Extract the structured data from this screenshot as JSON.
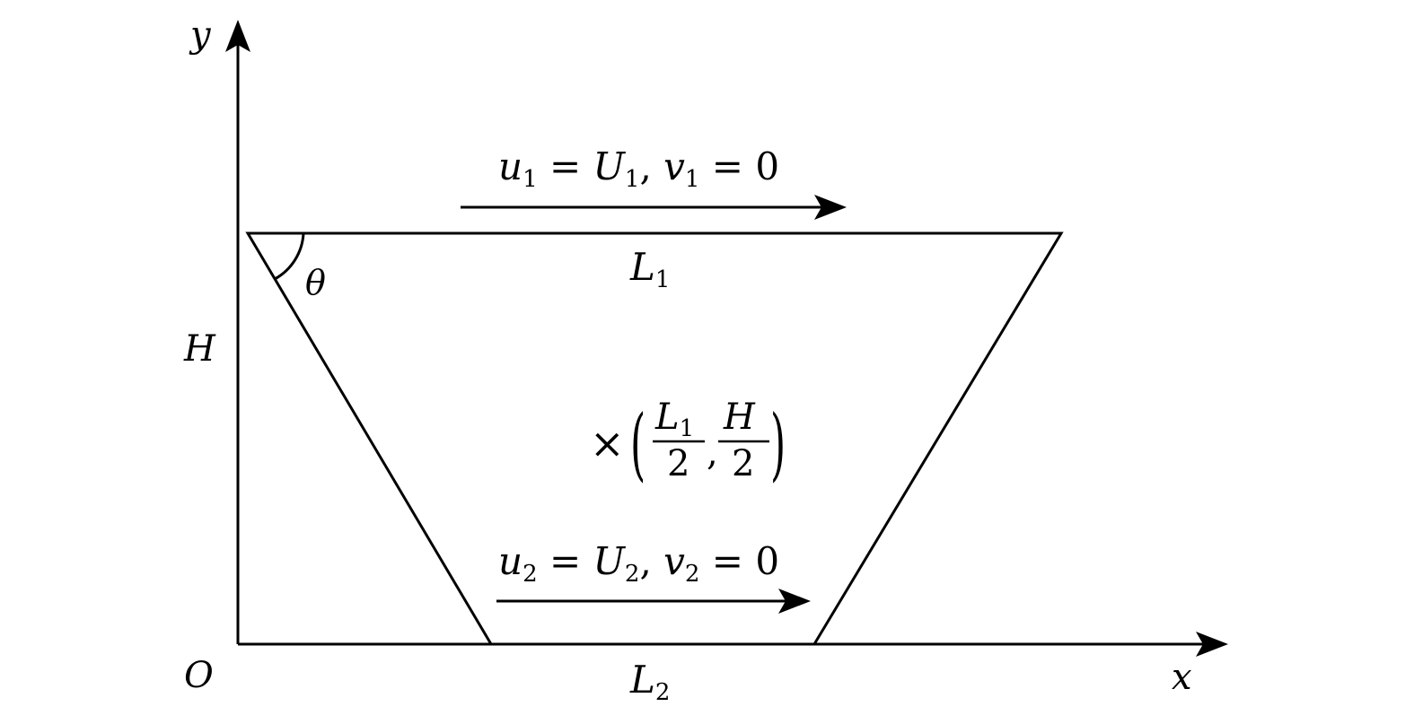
{
  "axes": {
    "x_label": "x",
    "y_label": "y",
    "origin_label": "O"
  },
  "labels": {
    "H": "H",
    "theta": "θ",
    "L1": {
      "base": "L",
      "sub": "1"
    },
    "L2": {
      "base": "L",
      "sub": "2"
    }
  },
  "top_boundary": {
    "u_var": "u",
    "u_sub": "1",
    "equals1": " = ",
    "U_var": "U",
    "U_sub": "1",
    "sep": ",  ",
    "v_var": "v",
    "v_sub": "1",
    "equals2": " = ",
    "value": "0"
  },
  "bottom_boundary": {
    "u_var": "u",
    "u_sub": "2",
    "equals1": " = ",
    "U_var": "U",
    "U_sub": "2",
    "sep": ",  ",
    "v_var": "v",
    "v_sub": "2",
    "equals2": " = ",
    "value": "0"
  },
  "center_point": {
    "marker": "×",
    "lparen": "(",
    "rparen": ")",
    "num1": {
      "base": "L",
      "sub": "1"
    },
    "den1": "2",
    "comma": ",",
    "num2": "H",
    "den2": "2"
  }
}
